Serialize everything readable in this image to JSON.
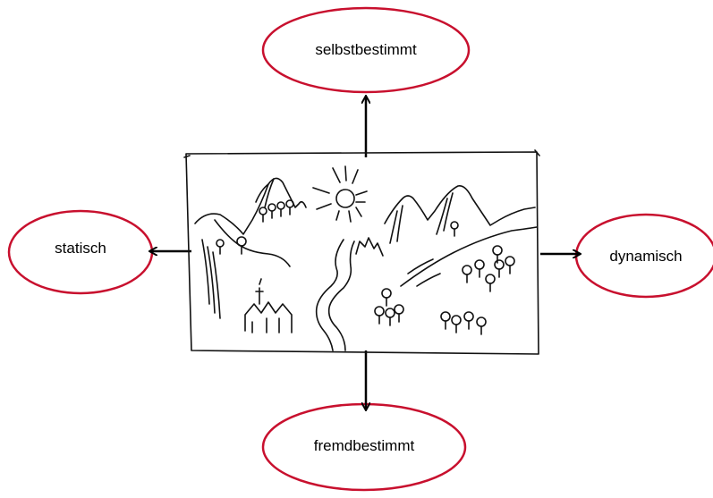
{
  "nodes": {
    "top": {
      "label": "selbstbestimmt"
    },
    "bottom": {
      "label": "fremdbestimmt"
    },
    "left": {
      "label": "statisch"
    },
    "right": {
      "label": "dynamisch"
    }
  },
  "colors": {
    "ellipse_stroke": "#c8102e",
    "sketch_stroke": "#111111",
    "arrow": "#000000"
  },
  "sketch": {
    "depicts": [
      "mountains",
      "sun",
      "river",
      "trees",
      "village",
      "church"
    ]
  }
}
